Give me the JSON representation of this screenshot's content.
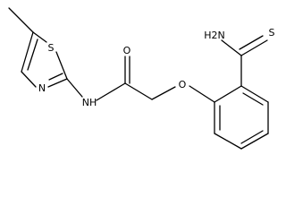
{
  "molecule": {
    "atoms": {
      "S_thiazole": "S",
      "N_thiazole": "N",
      "NH_amide": "NH",
      "O_carbonyl": "O",
      "O_ether": "O",
      "NH2_group": "H2N",
      "S_thioamide": "S"
    }
  },
  "colors": {
    "bond": "#000000",
    "label": "#000000",
    "background": "#ffffff"
  }
}
